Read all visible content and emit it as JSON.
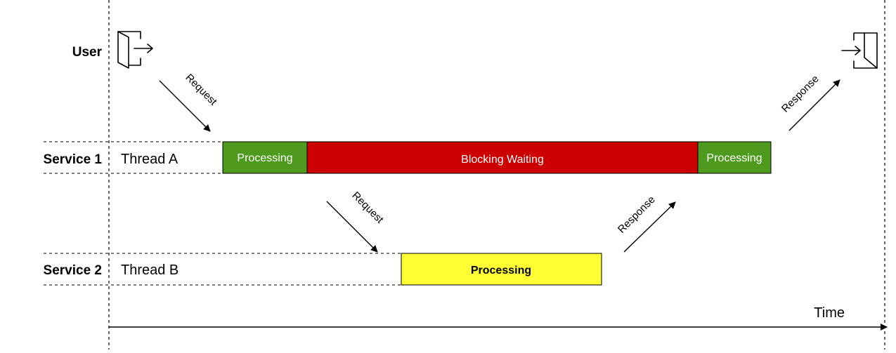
{
  "rows": {
    "user": "User",
    "service1": "Service 1",
    "service2": "Service 2"
  },
  "threads": {
    "a": "Thread A",
    "b": "Thread B"
  },
  "bars": {
    "s1_processing_start": "Processing",
    "s1_blocking_waiting": "Blocking Waiting",
    "s1_processing_end": "Processing",
    "s2_processing": "Processing"
  },
  "arrows": {
    "user_request": "Request",
    "user_response": "Response",
    "s2_request": "Request",
    "s2_response": "Response"
  },
  "axis": {
    "time": "Time"
  },
  "icons": {
    "user_exit": "exit-door-icon",
    "user_enter": "enter-door-icon"
  },
  "colors": {
    "processing_green": "#4D9A1E",
    "blocking_red": "#CC0000",
    "processing_yellow": "#FFFF33"
  }
}
